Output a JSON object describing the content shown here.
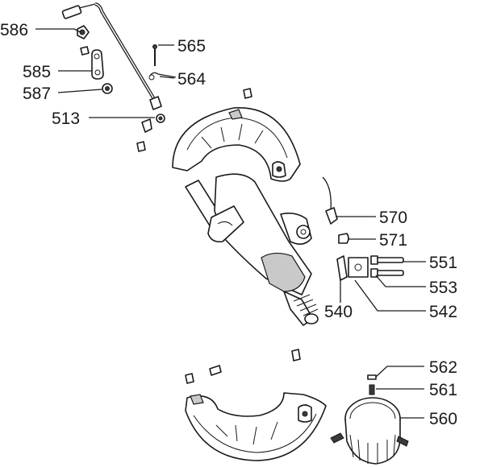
{
  "labels": {
    "l586": "586",
    "l585": "585",
    "l587": "587",
    "l513": "513",
    "l565": "565",
    "l564": "564",
    "l570": "570",
    "l571": "571",
    "l551": "551",
    "l553": "553",
    "l540": "540",
    "l542": "542",
    "l562": "562",
    "l561": "561",
    "l560": "560"
  }
}
